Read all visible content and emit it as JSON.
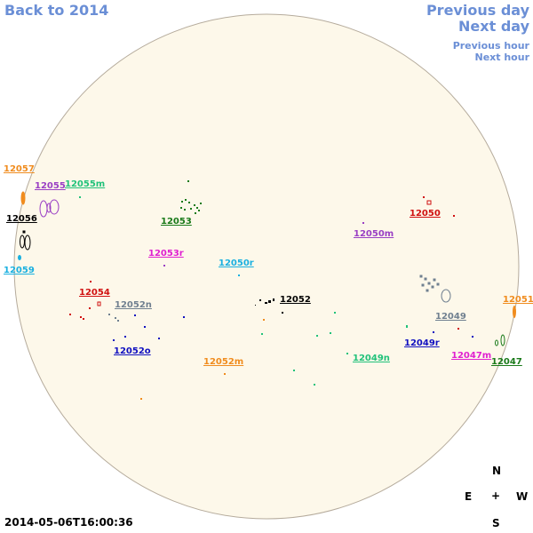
{
  "nav": {
    "back": "Back to 2014",
    "prev_day": "Previous day",
    "next_day": "Next day",
    "prev_hour": "Previous hour",
    "next_hour": "Next hour",
    "link_color": "#6b8fd6"
  },
  "disk_color": "#fdf8ea",
  "disk_outline": "#b5ab9c",
  "timestamp": "2014-05-06T16:00:36",
  "compass": {
    "n": "N",
    "s": "S",
    "e": "E",
    "w": "W",
    "center": "+"
  },
  "regions": [
    {
      "id": "12057",
      "label": "12057",
      "color": "#f08c1e"
    },
    {
      "id": "12055",
      "label": "12055",
      "color": "#9a3fc4"
    },
    {
      "id": "12055m",
      "label": "12055m",
      "color": "#21c27a"
    },
    {
      "id": "12056",
      "label": "12056",
      "color": "#000000"
    },
    {
      "id": "12059",
      "label": "12059",
      "color": "#1ab0e0"
    },
    {
      "id": "12053",
      "label": "12053",
      "color": "#1a7a1a"
    },
    {
      "id": "12053r",
      "label": "12053r",
      "color": "#e020d0"
    },
    {
      "id": "12050",
      "label": "12050",
      "color": "#d01010"
    },
    {
      "id": "12050m",
      "label": "12050m",
      "color": "#9a3fc4"
    },
    {
      "id": "12050r",
      "label": "12050r",
      "color": "#1ab0e0"
    },
    {
      "id": "12054",
      "label": "12054",
      "color": "#d01010"
    },
    {
      "id": "12052n",
      "label": "12052n",
      "color": "#708090"
    },
    {
      "id": "12052",
      "label": "12052",
      "color": "#000000"
    },
    {
      "id": "12052o",
      "label": "12052o",
      "color": "#1010c0"
    },
    {
      "id": "12052m",
      "label": "12052m",
      "color": "#f08c1e"
    },
    {
      "id": "12051",
      "label": "12051",
      "color": "#f08c1e"
    },
    {
      "id": "12049",
      "label": "12049",
      "color": "#708090"
    },
    {
      "id": "12049r",
      "label": "12049r",
      "color": "#1010c0"
    },
    {
      "id": "12049n",
      "label": "12049n",
      "color": "#21c27a"
    },
    {
      "id": "12047m",
      "label": "12047m",
      "color": "#e020d0"
    },
    {
      "id": "12047",
      "label": "12047",
      "color": "#1a7a1a"
    }
  ]
}
